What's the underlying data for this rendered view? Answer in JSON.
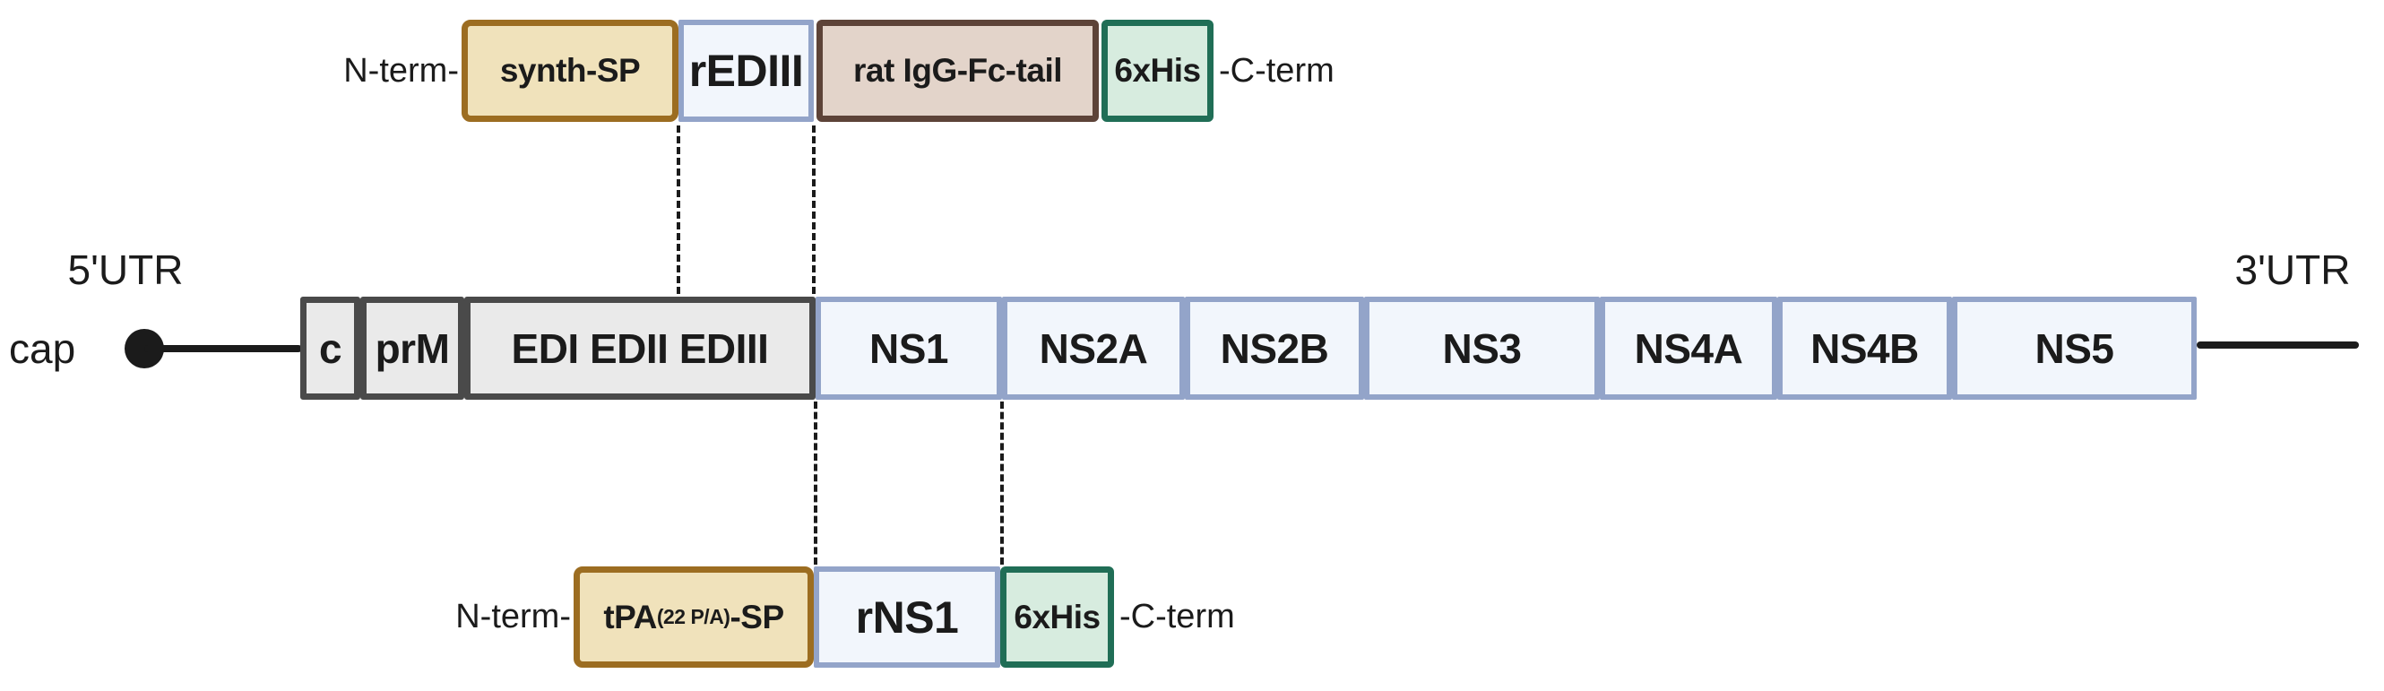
{
  "figure": {
    "description": "Flavivirus genome schematic with two recombinant expression constructs (rEDIII and rNS1)"
  },
  "colors": {
    "page-bg": "#ffffff",
    "ink": "#1b1b1b",
    "sp-fill": "#f0e2bb",
    "sp-border": "#9c6d21",
    "fc-fill": "#e3d4ca",
    "fc-border": "#5d4338",
    "his-fill": "#d7ecdf",
    "his-border": "#206e56",
    "blue-fill": "#f2f6fc",
    "blue-border": "#93a4c9",
    "gray-fill": "#eaeaea",
    "gray-border": "#4a4a4a"
  },
  "genome": {
    "cap_label": "cap",
    "utr5_label": "5'UTR",
    "utr3_label": "3'UTR",
    "segments": [
      {
        "label": "c",
        "type": "structural"
      },
      {
        "label": "prM",
        "type": "structural"
      },
      {
        "label": "EDI EDII EDIII",
        "type": "structural"
      },
      {
        "label": "NS1",
        "type": "nonstructural"
      },
      {
        "label": "NS2A",
        "type": "nonstructural"
      },
      {
        "label": "NS2B",
        "type": "nonstructural"
      },
      {
        "label": "NS3",
        "type": "nonstructural"
      },
      {
        "label": "NS4A",
        "type": "nonstructural"
      },
      {
        "label": "NS4B",
        "type": "nonstructural"
      },
      {
        "label": "NS5",
        "type": "nonstructural"
      }
    ]
  },
  "ediii_construct": {
    "n_term_label": "N-term-",
    "c_term_label": "-C-term",
    "segments": [
      {
        "label": "synth-SP",
        "type": "signal-peptide"
      },
      {
        "label": "rEDIII",
        "type": "antigen"
      },
      {
        "label": "rat IgG-Fc-tail",
        "type": "fc-tag"
      },
      {
        "label": "6xHis",
        "type": "his-tag"
      }
    ]
  },
  "ns1_construct": {
    "n_term_label": "N-term-",
    "c_term_label": "-C-term",
    "sp": {
      "main": "tPA",
      "sub": "(22 P/A)",
      "suffix": "-SP"
    },
    "segments": [
      {
        "label": "rNS1",
        "type": "antigen"
      },
      {
        "label": "6xHis",
        "type": "his-tag"
      }
    ]
  }
}
